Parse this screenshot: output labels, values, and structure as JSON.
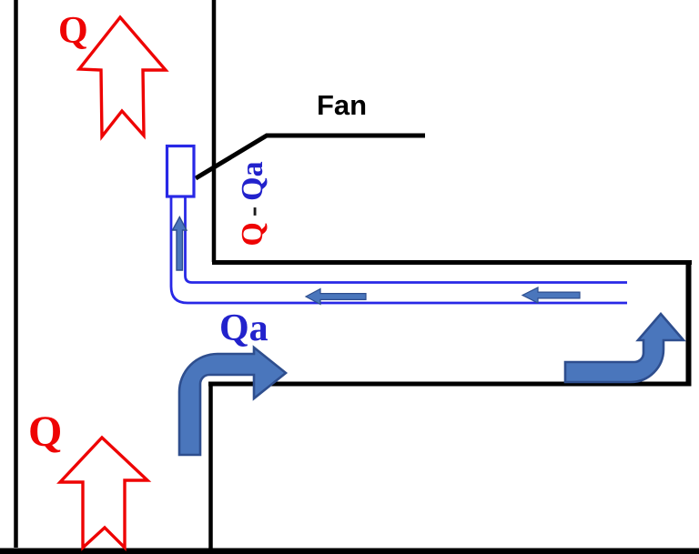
{
  "diagram": {
    "kind": "mine-ventilation-schematic",
    "labels": {
      "fan": "Fan",
      "q_top": "Q",
      "q_bottom": "Q",
      "qa": "Qa",
      "flow_diff": {
        "q": "Q",
        "dash": "-",
        "qa": "Qa"
      }
    },
    "colors": {
      "airflow_red": "#ee0404",
      "duct_blue": "#2828e6",
      "arrow_fill_blue": "#4a76bc",
      "arrow_outline_blue": "#2e4e8e",
      "label_blue": "#2222cc",
      "wall_black": "#000000"
    }
  }
}
